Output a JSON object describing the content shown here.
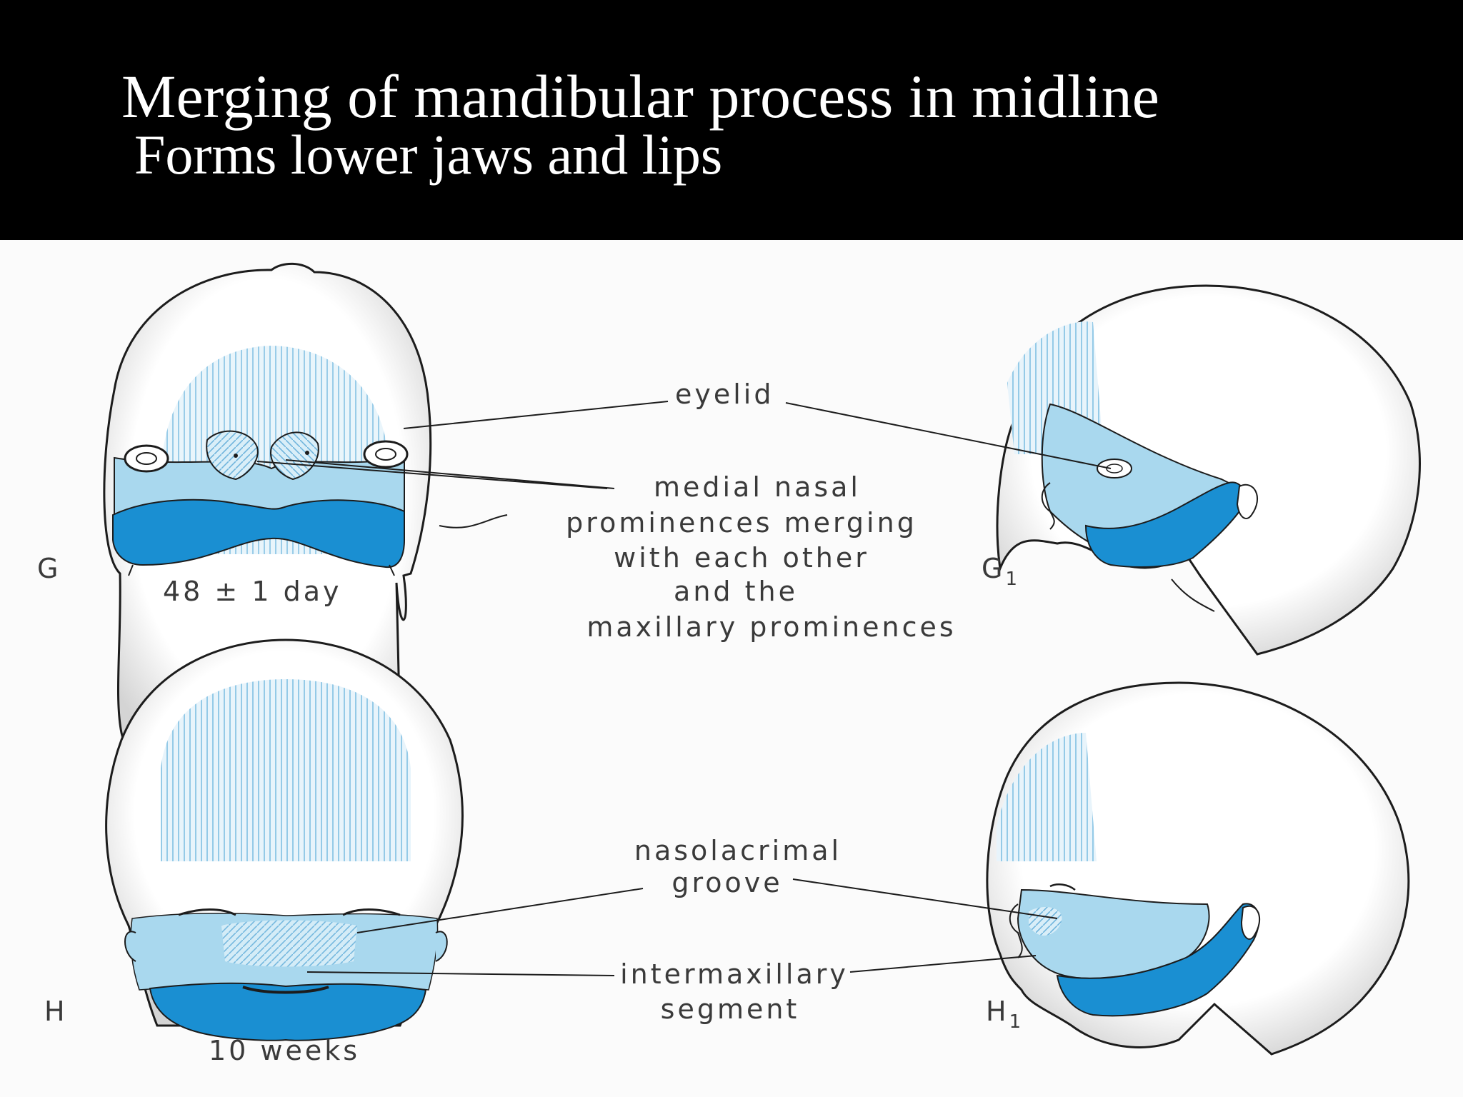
{
  "title": {
    "line1": "Merging of mandibular process in midline",
    "line2": "Forms lower jaws and lips"
  },
  "figure": {
    "panel_letters": {
      "g": "G",
      "g1": "G",
      "g1_sub": "1",
      "h": "H",
      "h1": "H",
      "h1_sub": "1"
    },
    "ages": {
      "g": "48 ± 1 day",
      "h": "10 weeks"
    },
    "labels": {
      "eyelid": "eyelid",
      "medial_nasal": [
        "medial nasal",
        "prominences merging",
        "with each other",
        "and the",
        "maxillary prominences"
      ],
      "nasolacrimal": [
        "nasolacrimal",
        "groove"
      ],
      "intermaxillary": [
        "intermaxillary",
        "segment"
      ]
    },
    "colors": {
      "mandibular": "#1a8fd2",
      "maxillary": "#a9d8ee",
      "hatch": "#7fbfe2",
      "outline": "#1c1c1c",
      "label_text": "#3a3a3a"
    }
  }
}
